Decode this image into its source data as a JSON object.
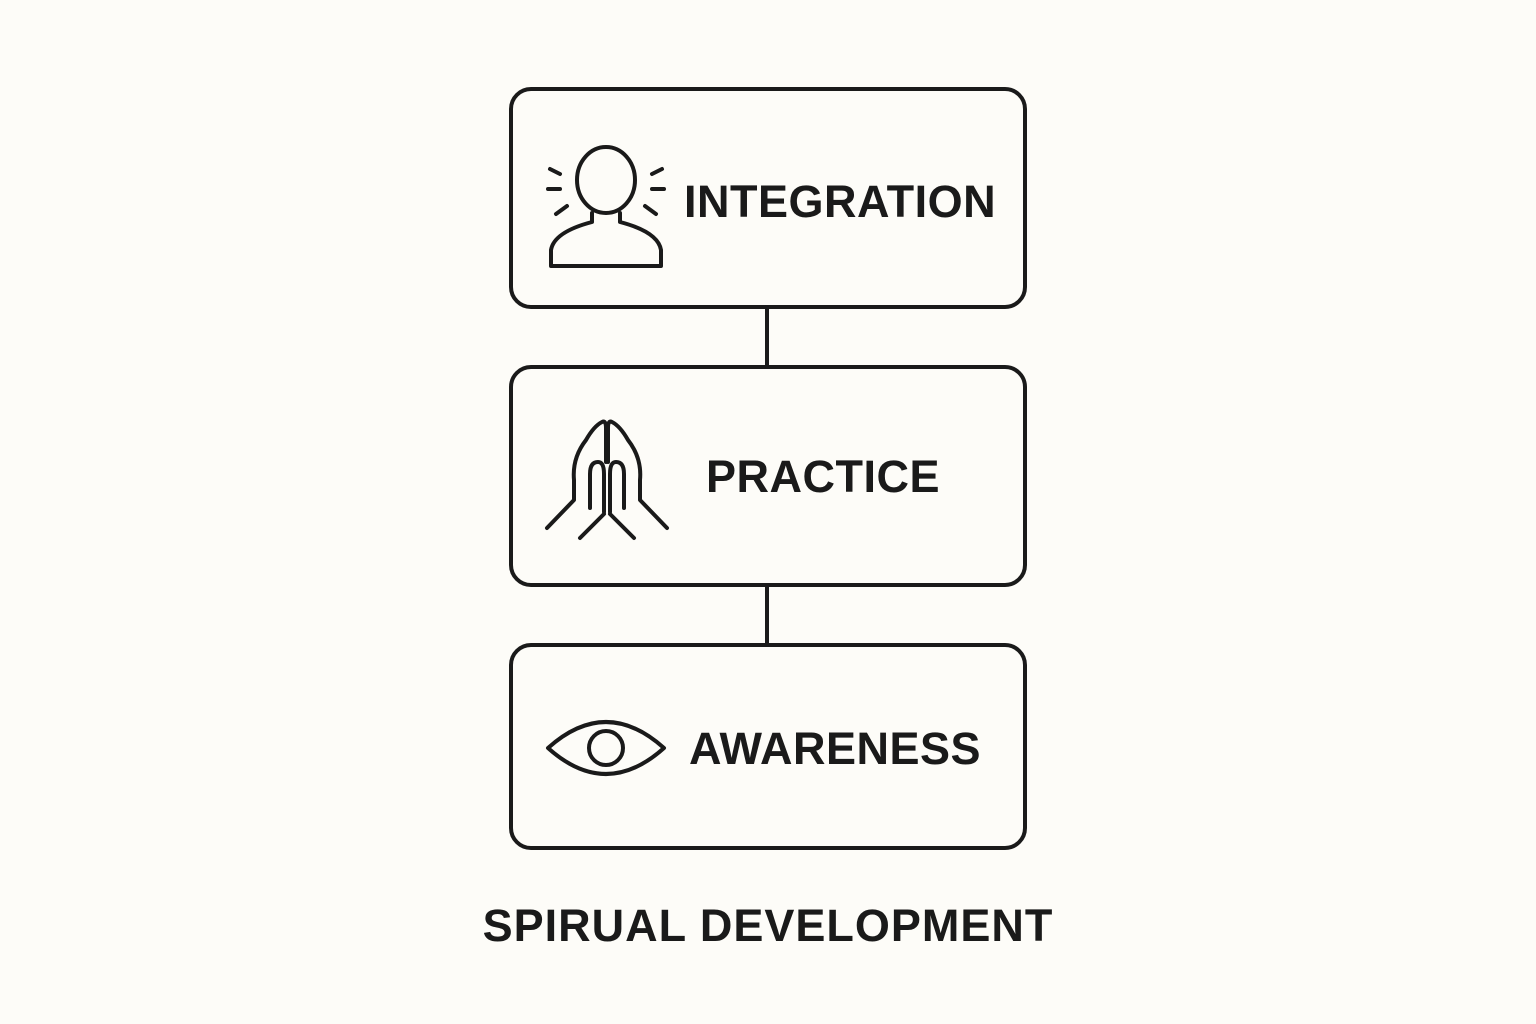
{
  "diagram": {
    "caption": "SPIRUAL DEVELOPMENT",
    "stages": [
      {
        "label": "INTEGRATION",
        "icon": "person-radiating-icon"
      },
      {
        "label": "PRACTICE",
        "icon": "praying-hands-icon"
      },
      {
        "label": "AWARENESS",
        "icon": "eye-icon"
      }
    ]
  },
  "colors": {
    "background": "#fdfcf8",
    "stroke": "#1a1a1a"
  }
}
